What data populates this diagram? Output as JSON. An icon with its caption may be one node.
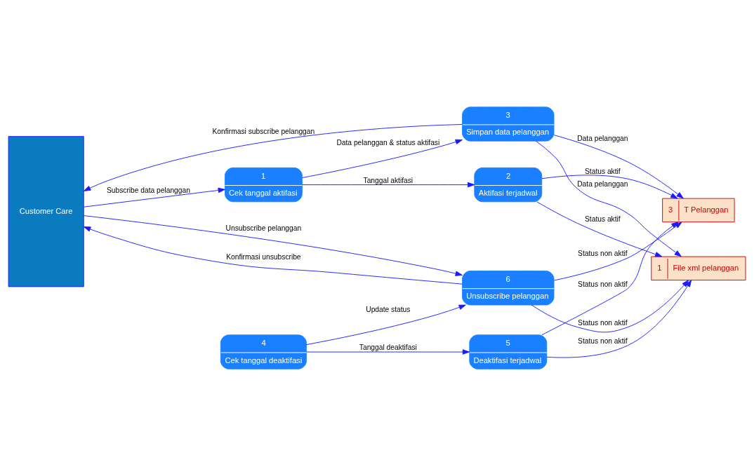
{
  "diagram": {
    "nodes": [
      {
        "text": [
          "Customer Care"
        ]
      },
      {
        "text": [
          "1",
          "Cek tanggal aktifasi"
        ]
      },
      {
        "text": [
          "2",
          "Aktifasi terjadwal"
        ]
      },
      {
        "text": [
          "3",
          "Simpan data pelanggan"
        ]
      },
      {
        "text": [
          "1",
          "File xml pelanggan"
        ]
      },
      {
        "text": [
          "3",
          "T Pelanggan"
        ]
      },
      {
        "text": [
          "6",
          "Unsubscribe pelanggan"
        ]
      },
      {
        "text": [
          "4",
          "Cek tanggal deaktifasi"
        ]
      },
      {
        "text": [
          "5",
          "Deaktifasi terjadwal"
        ]
      }
    ],
    "edges": [
      {
        "from": 0,
        "to": 1,
        "arrow": "to",
        "label": "Subscribe data pelanggan"
      },
      {
        "from": 1,
        "to": 2,
        "arrow": "to",
        "label": "Tanggal aktifasi"
      },
      {
        "from": 2,
        "to": 4,
        "arrow": "to",
        "label": "Status aktif"
      },
      {
        "from": 1,
        "to": 3,
        "arrow": "to",
        "label": "Data pelanggan & status aktifasi"
      },
      {
        "from": 3,
        "to": 0,
        "arrow": "to",
        "label": "Konfirmasi subscribe pelanggan"
      },
      {
        "from": 2,
        "to": 5,
        "arrow": "to",
        "label": "Status aktif"
      },
      {
        "from": 3,
        "to": 4,
        "arrow": "to",
        "label": "Data pelanggan"
      },
      {
        "from": 3,
        "to": 5,
        "arrow": "to",
        "label": "Data pelanggan"
      },
      {
        "from": 0,
        "to": 6,
        "arrow": "to",
        "label": "Unsubscribe pelanggan"
      },
      {
        "from": 6,
        "to": 5,
        "arrow": "to",
        "label": "Status non aktif"
      },
      {
        "from": 6,
        "to": 4,
        "arrow": "to",
        "label": "Status non aktif"
      },
      {
        "from": 6,
        "to": 0,
        "arrow": "to",
        "label": "Konfirmasi unsubscribe"
      },
      {
        "from": 7,
        "to": 6,
        "arrow": "to",
        "label": "Update status"
      },
      {
        "from": 7,
        "to": 8,
        "arrow": "to",
        "label": "Tanggal deaktifasi"
      },
      {
        "from": 8,
        "to": 5,
        "arrow": "to",
        "label": "Status non aktif"
      },
      {
        "from": 8,
        "to": 4,
        "arrow": "to",
        "label": "Status non aktif"
      }
    ]
  }
}
